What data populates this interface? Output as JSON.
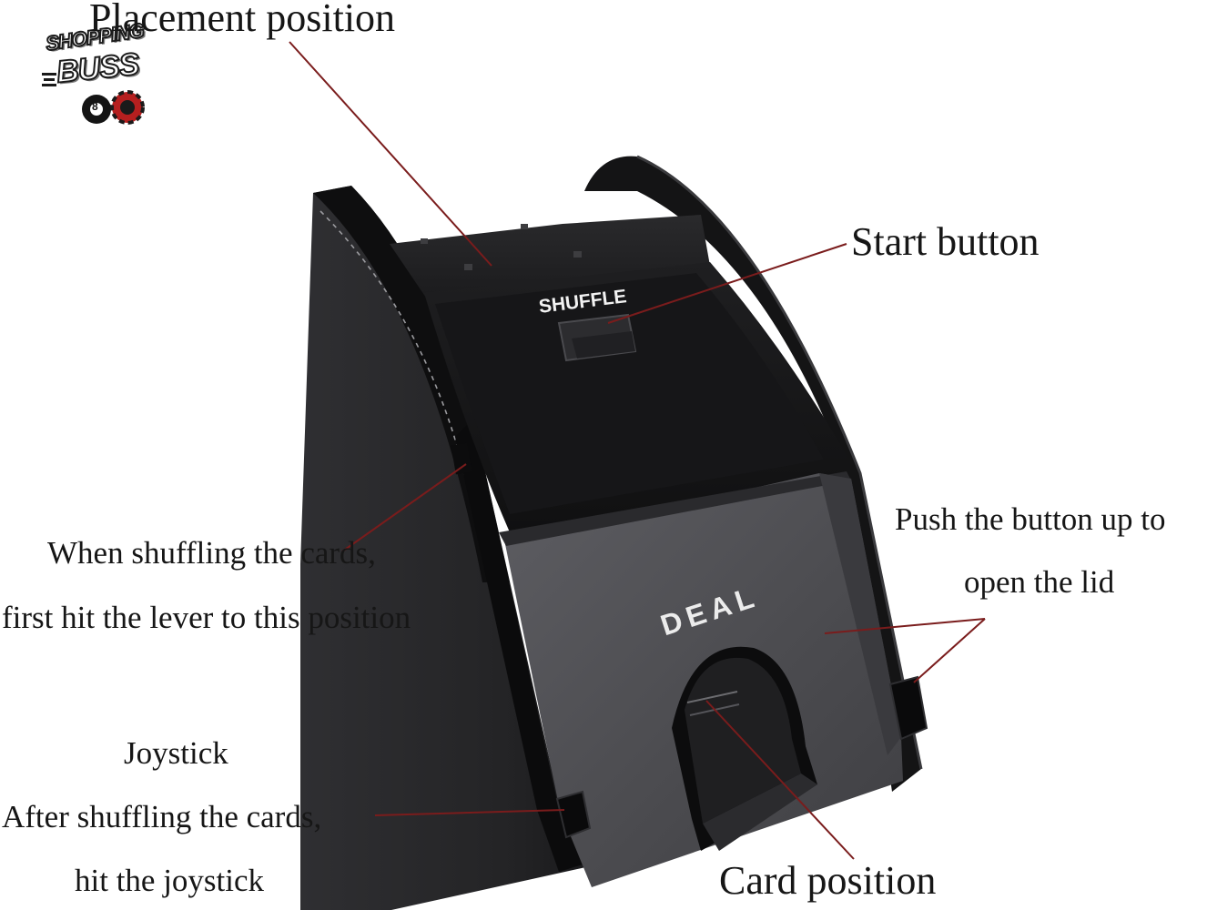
{
  "logo": {
    "line1": "SHOPPING",
    "line2": "BUSS",
    "ball_number": "8"
  },
  "device": {
    "top_panel_text": "SHUFFLE",
    "front_text": "DEAL"
  },
  "labels": {
    "placement": "Placement position",
    "start_button": "Start button",
    "push_line1": "Push the button up to",
    "push_line2": "open the lid",
    "shuffle_line1": "When shuffling the cards,",
    "shuffle_line2": "first hit the lever to this position",
    "joystick_title": "Joystick",
    "joystick_line1": "After shuffling the cards,",
    "joystick_line2": "hit the joystick",
    "card_position": "Card position"
  },
  "colors": {
    "background": "#ffffff",
    "leader_line": "#7a1c1c",
    "device_body": "#1c1c1e",
    "device_front": "#505054"
  }
}
